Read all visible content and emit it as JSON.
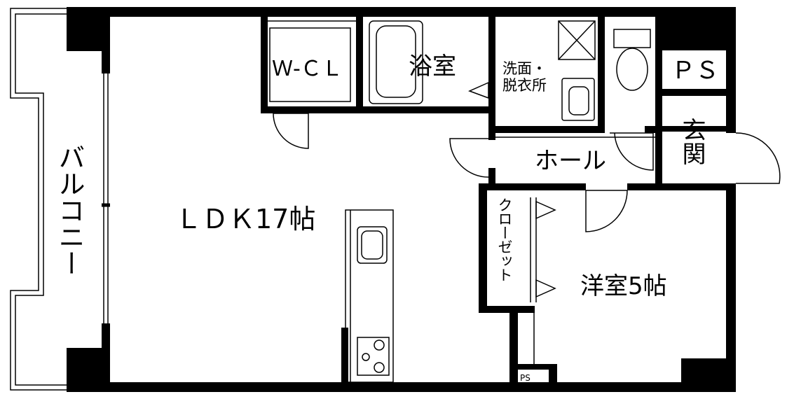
{
  "rooms": {
    "balcony": "バルコニー",
    "ldk": "ＬＤＫ17帖",
    "wcl": "Ｗ-ＣＬ",
    "bath": "浴室",
    "washroom": "洗面・\n脱衣所",
    "ps_top": "ＰＳ",
    "entrance": "玄関",
    "hall": "ホール",
    "closet": "クローゼット",
    "western_room": "洋室5帖",
    "ps_bottom": "PS"
  },
  "colors": {
    "wall": "#000000",
    "line": "#000000",
    "background": "#ffffff"
  }
}
